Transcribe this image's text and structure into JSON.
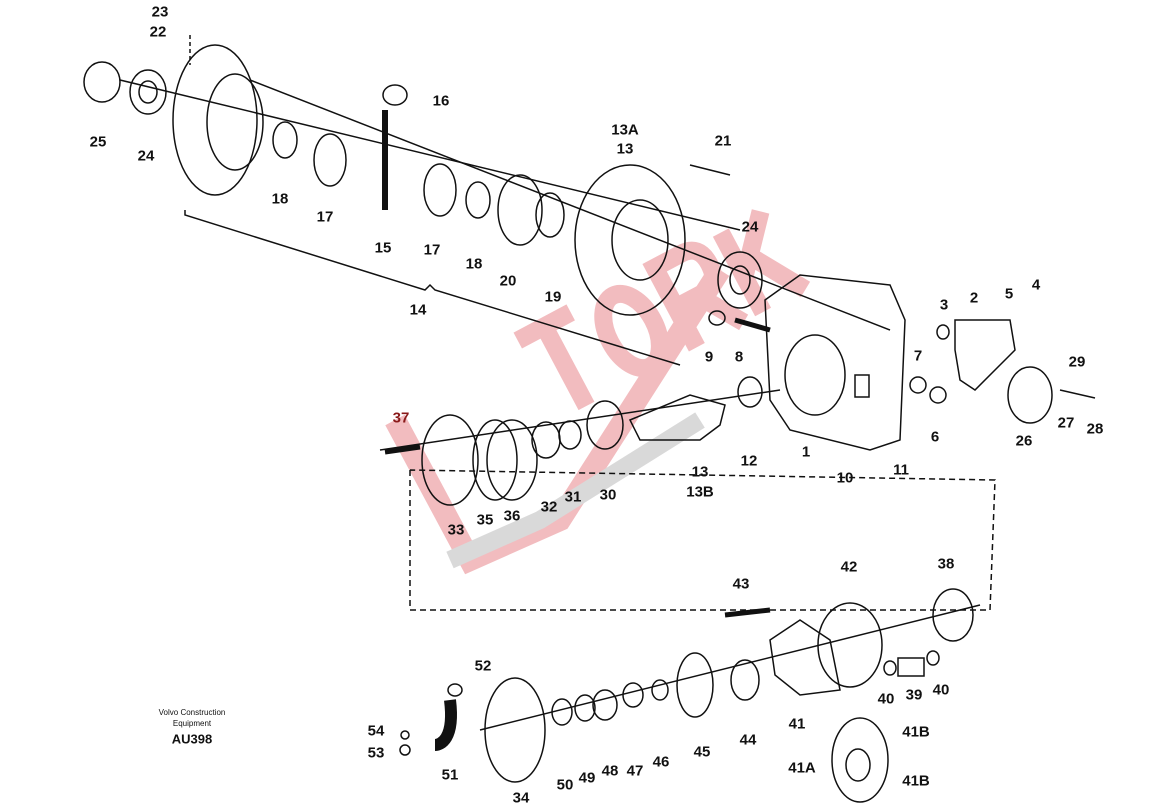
{
  "watermark": {
    "text": "TORK",
    "color": "#e8868c"
  },
  "note": {
    "line1": "Volvo Construction",
    "line2": "Equipment",
    "code": "AU398"
  },
  "labels": [
    "23",
    "22",
    "25",
    "24",
    "16",
    "18",
    "17",
    "15",
    "17",
    "18",
    "20",
    "19",
    "13A",
    "13",
    "21",
    "24",
    "14",
    "3",
    "2",
    "5",
    "4",
    "9",
    "8",
    "7",
    "29",
    "37",
    "33",
    "35",
    "36",
    "32",
    "31",
    "30",
    "13",
    "13B",
    "12",
    "1",
    "10",
    "11",
    "6",
    "26",
    "27",
    "28",
    "43",
    "42",
    "38",
    "52",
    "40",
    "39",
    "40",
    "41",
    "54",
    "53",
    "51",
    "34",
    "50",
    "49",
    "48",
    "47",
    "46",
    "45",
    "44",
    "41B",
    "41A",
    "41B"
  ]
}
